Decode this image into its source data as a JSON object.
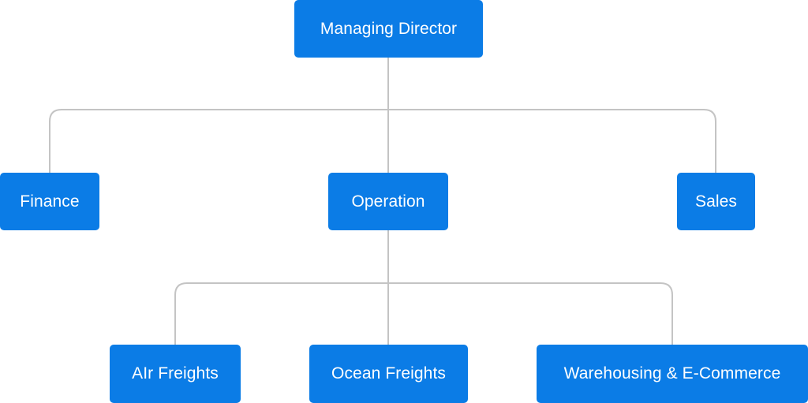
{
  "org_chart": {
    "root": {
      "label": "Managing Director"
    },
    "level1": {
      "finance": {
        "label": "Finance"
      },
      "operation": {
        "label": "Operation"
      },
      "sales": {
        "label": "Sales"
      }
    },
    "level2": {
      "air": {
        "label": "AIr Freights"
      },
      "ocean": {
        "label": "Ocean Freights"
      },
      "warehousing": {
        "label": "Warehousing & E-Commerce"
      }
    }
  },
  "colors": {
    "node_fill": "#0b7ce6",
    "node_text": "#ffffff",
    "connector": "#c4c4c4"
  }
}
